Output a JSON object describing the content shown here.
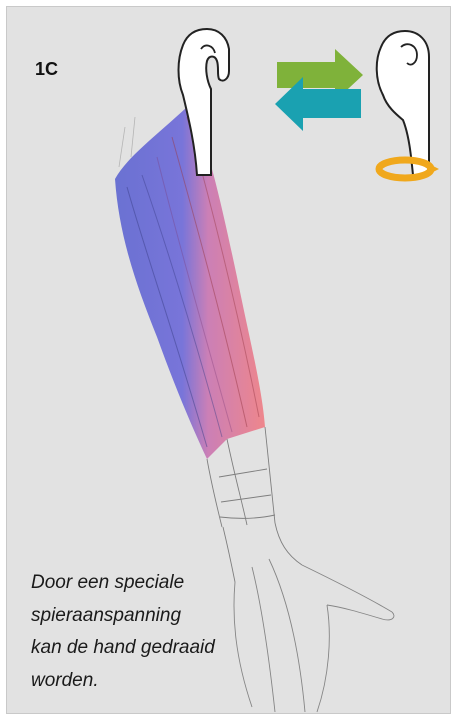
{
  "figure": {
    "label": "1C",
    "caption_lines": [
      "Door een speciale",
      "spieraanspanning",
      "kan de hand gedraaid",
      "worden."
    ]
  },
  "colors": {
    "background": "#e2e2e2",
    "muscle_red": "#f07a80",
    "muscle_blue": "#5a62d0",
    "arrow_green": "#7fb23a",
    "arrow_teal": "#1aa1b1",
    "band_orange": "#f0a81c"
  },
  "icons": [
    "hand-palm-icon",
    "rotate-right-arrow-icon",
    "rotate-left-arrow-icon",
    "hand-rotated-icon",
    "wrist-rotation-band-icon"
  ]
}
